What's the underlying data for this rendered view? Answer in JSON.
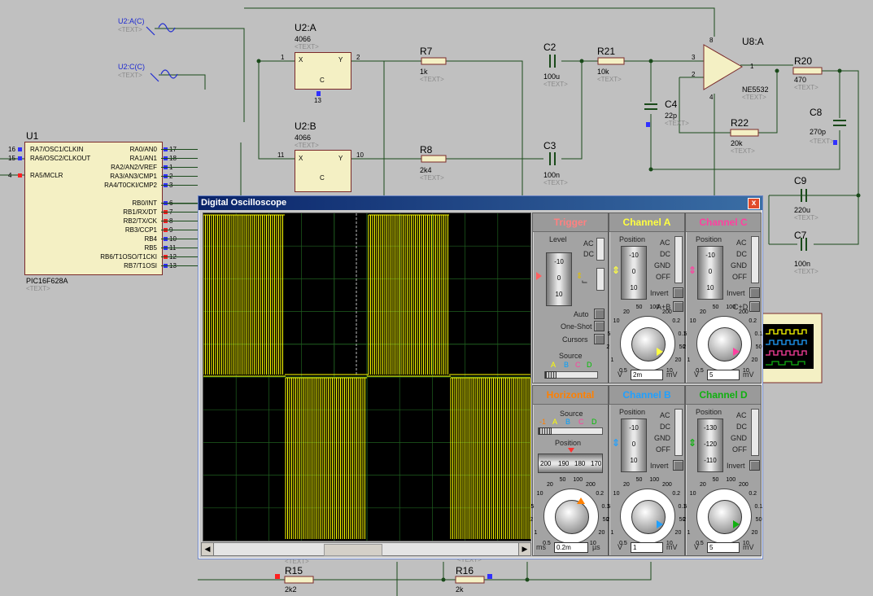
{
  "schematic": {
    "text_placeholder": "<TEXT>",
    "generators": [
      {
        "label": "U2:A(C)"
      },
      {
        "label": "U2:C(C)"
      }
    ],
    "u2a": {
      "name": "U2:A",
      "part": "4066",
      "pin_x": "X",
      "pin_y": "Y",
      "pin_c": "C",
      "pin1": "1",
      "pin2": "2",
      "pin13": "13"
    },
    "u2b": {
      "name": "U2:B",
      "part": "4066",
      "pin_x": "X",
      "pin_y": "Y",
      "pin_c": "C",
      "pin11": "11",
      "pin10": "10"
    },
    "resistors": [
      {
        "name": "R7",
        "value": "1k"
      },
      {
        "name": "R8",
        "value": "2k4"
      },
      {
        "name": "R21",
        "value": "10k"
      },
      {
        "name": "R22",
        "value": "20k"
      },
      {
        "name": "R20",
        "value": "470"
      },
      {
        "name": "R15",
        "value": "2k2"
      },
      {
        "name": "R16",
        "value": "2k"
      }
    ],
    "capacitors": [
      {
        "name": "C2",
        "value": "100u"
      },
      {
        "name": "C3",
        "value": "100n"
      },
      {
        "name": "C4",
        "value": "22p"
      },
      {
        "name": "C8",
        "value": "270p"
      },
      {
        "name": "C9",
        "value": "220u"
      },
      {
        "name": "C7",
        "value": "100n"
      }
    ],
    "opamp": {
      "name": "U8:A",
      "part": "NE5532",
      "pin8": "8",
      "pin3": "3",
      "pin2": "2",
      "pin4": "4",
      "pin1": "1"
    },
    "mcu": {
      "name": "U1",
      "part": "PIC16F628A",
      "left_pins": [
        {
          "num": "16",
          "label": "RA7/OSC1/CLKIN"
        },
        {
          "num": "15",
          "label": "RA6/OSC2/CLKOUT"
        },
        {
          "num": "4",
          "label": "RA5/MCLR"
        }
      ],
      "right_pins": [
        {
          "num": "17",
          "label": "RA0/AN0"
        },
        {
          "num": "18",
          "label": "RA1/AN1"
        },
        {
          "num": "1",
          "label": "RA2/AN2/VREF"
        },
        {
          "num": "2",
          "label": "RA3/AN3/CMP1"
        },
        {
          "num": "3",
          "label": "RA4/T0CKI/CMP2"
        },
        {
          "num": "6",
          "label": "RB0/INT"
        },
        {
          "num": "7",
          "label": "RB1/RX/DT"
        },
        {
          "num": "8",
          "label": "RB2/TX/CK"
        },
        {
          "num": "9",
          "label": "RB3/CCP1"
        },
        {
          "num": "10",
          "label": "RB4"
        },
        {
          "num": "11",
          "label": "RB5"
        },
        {
          "num": "12",
          "label": "RB6/T1OSO/T1CKI"
        },
        {
          "num": "13",
          "label": "RB7/T1OSI"
        }
      ]
    }
  },
  "oscilloscope": {
    "title": "Digital Oscilloscope",
    "close_glyph": "x",
    "trace_color": "#ffff00",
    "grid_color": "#1f5f1f",
    "trigger": {
      "title": "Trigger",
      "title_color": "#ff8080",
      "level_label": "Level",
      "wheel": [
        "-10",
        "0",
        "10"
      ],
      "ac": "AC",
      "dc": "DC",
      "auto": "Auto",
      "one_shot": "One-Shot",
      "cursors": "Cursors",
      "source_label": "Source",
      "source_letters": [
        "A",
        "B",
        "C",
        "D"
      ],
      "source_colors": [
        "#ffff00",
        "#00a0ff",
        "#ff40a0",
        "#00c000"
      ]
    },
    "horizontal": {
      "title": "Horizontal",
      "title_color": "#ff8000",
      "source_label": "Source",
      "source_letters": [
        "-1",
        "A",
        "B",
        "C",
        "D"
      ],
      "position_label": "Position",
      "position_scale": [
        "200",
        "190",
        "180",
        "170"
      ],
      "dial": {
        "value": "0.2m",
        "left_unit": "ms",
        "right_unit": "µs",
        "ticks_left": [
          "0.5",
          "1",
          "2",
          "5",
          "10",
          "20",
          "50",
          "100",
          "200"
        ],
        "ticks_right": [
          "0.5",
          "1",
          "2",
          "5",
          "10",
          "20",
          "50",
          "100",
          "200"
        ]
      }
    },
    "channels": [
      {
        "id": "A",
        "title": "Channel A",
        "color": "#ffff40",
        "position_label": "Position",
        "wheel": [
          "-10",
          "0",
          "10"
        ],
        "coupling": [
          "AC",
          "DC",
          "GND",
          "OFF"
        ],
        "invert": "Invert",
        "combine": "A+B",
        "dial_value": "2m",
        "unit_left": "V",
        "unit_right": "mV"
      },
      {
        "id": "C",
        "title": "Channel C",
        "color": "#ff40a0",
        "position_label": "Position",
        "wheel": [
          "-10",
          "0",
          "10"
        ],
        "coupling": [
          "AC",
          "DC",
          "GND",
          "OFF"
        ],
        "invert": "Invert",
        "combine": "C+D",
        "dial_value": "5",
        "unit_left": "V",
        "unit_right": "mV"
      },
      {
        "id": "B",
        "title": "Channel B",
        "color": "#20a0ff",
        "position_label": "Position",
        "wheel": [
          "-10",
          "0",
          "10"
        ],
        "coupling": [
          "AC",
          "DC",
          "GND",
          "OFF"
        ],
        "invert": "Invert",
        "combine": "",
        "dial_value": "1",
        "unit_left": "V",
        "unit_right": "mV"
      },
      {
        "id": "D",
        "title": "Channel D",
        "color": "#10b010",
        "position_label": "Position",
        "wheel": [
          "-130",
          "-120",
          "-110"
        ],
        "coupling": [
          "AC",
          "DC",
          "GND",
          "OFF"
        ],
        "invert": "Invert",
        "combine": "",
        "dial_value": "5",
        "unit_left": "V",
        "unit_right": "mV"
      }
    ],
    "dial_ticks": [
      "0.5",
      "1",
      "2",
      "5",
      "10",
      "20",
      "50",
      "100",
      "200",
      "0.2",
      "0.1",
      "50",
      "20",
      "10"
    ]
  }
}
